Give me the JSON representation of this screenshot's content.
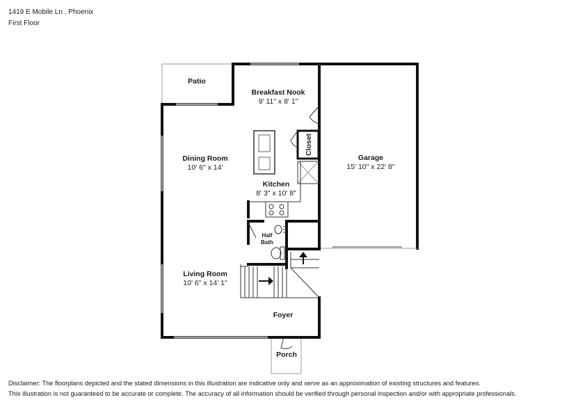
{
  "header": {
    "address": "1419 E Mobile Ln , Phoenix",
    "floor": "First Floor"
  },
  "rooms": {
    "patio": {
      "name": "Patio"
    },
    "breakfast_nook": {
      "name": "Breakfast Nook",
      "dims": "9' 11\" x 8' 1\""
    },
    "dining_room": {
      "name": "Dining Room",
      "dims": "10' 6\" x 14'"
    },
    "closet": {
      "name": "Closet"
    },
    "kitchen": {
      "name": "Kitchen",
      "dims": "8' 3\" x 10' 8\""
    },
    "garage": {
      "name": "Garage",
      "dims": "15' 10\" x 22' 8\""
    },
    "half_bath": {
      "name_line1": "Half",
      "name_line2": "Bath"
    },
    "living_room": {
      "name": "Living Room",
      "dims": "10' 6\" x 14' 1\""
    },
    "foyer": {
      "name": "Foyer"
    },
    "porch": {
      "name": "Porch"
    }
  },
  "disclaimer": {
    "line1": "Disclaimer: The floorplans depicted and the stated dimensions in this illustration are indicative only and serve as an approximation of existing structures and features.",
    "line2": "This illustration is not guaranteed to be accurate or complete. The accuracy of all information should be verified through personal inspection and/or with appropriate professionals."
  }
}
